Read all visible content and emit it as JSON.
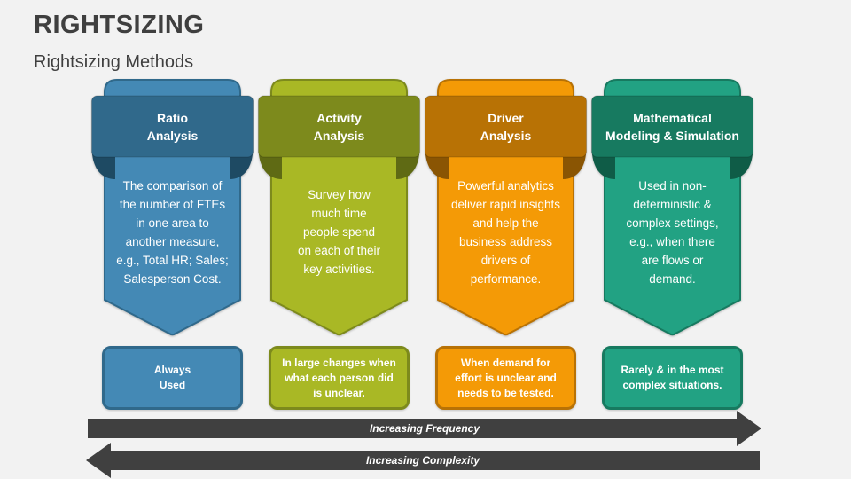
{
  "slide": {
    "title": "RIGHTSIZING",
    "subtitle": "Rightsizing Methods"
  },
  "methods": [
    {
      "name": "Ratio\nAnalysis",
      "description": "The comparison of\nthe number of FTEs\nin one area to\nanother measure,\ne.g., Total HR; Sales;\nSalesperson Cost.",
      "usage": "Always\nUsed",
      "colors": {
        "body": "#4489B5",
        "band": "#30698B",
        "fold": "#1E4A63"
      }
    },
    {
      "name": "Activity\nAnalysis",
      "description": "Survey how\nmuch time\npeople spend\non each of their\nkey activities.",
      "usage": "In large changes when\nwhat each person did\nis unclear.",
      "colors": {
        "body": "#A9B825",
        "band": "#7D8A1C",
        "fold": "#5F6A14"
      }
    },
    {
      "name": "Driver\nAnalysis",
      "description": "Powerful analytics\ndeliver rapid insights\nand help the\nbusiness address\ndrivers of\nperformance.",
      "usage": "When demand for\neffort is unclear and\nneeds to be tested.",
      "colors": {
        "body": "#F49A06",
        "band": "#B87205",
        "fold": "#8A5503"
      }
    },
    {
      "name": "Mathematical\nModeling & Simulation",
      "description": "Used in non-\ndeterministic &\ncomplex settings,\ne.g., when there\nare flows or\ndemand.",
      "usage": "Rarely & in the most\ncomplex situations.",
      "colors": {
        "body": "#22A283",
        "band": "#177A60",
        "fold": "#0F5C47"
      }
    }
  ],
  "arrows": [
    {
      "label": "Increasing Frequency",
      "direction": "right"
    },
    {
      "label": "Increasing Complexity",
      "direction": "left"
    }
  ],
  "colors": {
    "background": "#F2F2F2",
    "text_dark": "#3F3F3F",
    "arrow": "#404040",
    "text_light": "#FFFFFF"
  }
}
